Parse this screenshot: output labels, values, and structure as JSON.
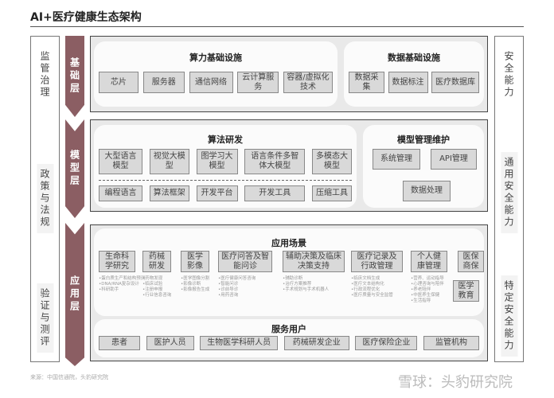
{
  "title": "AI+医疗健康生态架构",
  "left": [
    "监管治理",
    "政策与法规",
    "验证与测评"
  ],
  "right": [
    "安全能力",
    "通用安全能力",
    "特定安全能力"
  ],
  "layers": [
    "基础层",
    "模型层",
    "应用层"
  ],
  "compute": {
    "title": "算力基础设施",
    "items": [
      "芯片",
      "服务器",
      "通信网络",
      "云计算服务",
      "容器/虚拟化技术"
    ]
  },
  "datainfra": {
    "title": "数据基础设施",
    "items": [
      "数据采集",
      "数据标注",
      "医疗数据库"
    ]
  },
  "algo": {
    "title": "算法研发",
    "models": [
      "大型语言模型",
      "视觉大模型",
      "图学习大模型",
      "语言条件多智体大模型",
      "多模态大模型"
    ],
    "tools": [
      "编程语言",
      "算法框架",
      "开发平台",
      "开发工具",
      "压缩工具"
    ]
  },
  "mgmt": {
    "title": "模型管理维护",
    "items": [
      "系统管理",
      "API管理",
      "数据处理"
    ]
  },
  "apps": {
    "title": "应用场景",
    "items": [
      {
        "label": "生命科学研究",
        "bullets": [
          "•蛋白质生产和结构预测",
          "•DNA/RNA复杂设计",
          "•科研助手"
        ]
      },
      {
        "label": "药械研发",
        "bullets": [
          "•药物发现",
          "•临床试验",
          "•注册申报",
          "•行业信息咨询"
        ]
      },
      {
        "label": "医学影像",
        "bullets": [
          "•医学图像分割",
          "•影像诊断",
          "•影像报告生成"
        ]
      },
      {
        "label": "医疗问答及智能问诊",
        "bullets": [
          "•医疗健康问答咨询",
          "•智能问诊",
          "•诊前导诊",
          "•用药咨询"
        ]
      },
      {
        "label": "辅助决策及临床决策支持",
        "bullets": [
          "•辅助诊断",
          "•治疗方案推荐",
          "•手术规划与手术机器人"
        ]
      },
      {
        "label": "医疗记录及行政管理",
        "bullets": [
          "•临床文档生成",
          "•医疗文本结构化",
          "•行政流程优化",
          "•医疗质量与安全监管"
        ]
      },
      {
        "label": "个人健康管理",
        "bullets": [
          "•营养、运动指导",
          "•心理咨询与陪伴",
          "•养老陪伴",
          "•中医养生保健",
          "•生活指导"
        ]
      },
      {
        "label": "医保商保",
        "bullets": []
      }
    ],
    "extra": "医学教育"
  },
  "users": {
    "title": "服务用户",
    "items": [
      "患者",
      "医护人员",
      "生物医学科研人员",
      "药械研发企业",
      "医疗保险企业",
      "监管机构"
    ]
  },
  "source": "来源：中国信通院，头豹研究院",
  "watermark": "雪球：头豹研究院",
  "colors": {
    "band": "#8b5e63"
  }
}
